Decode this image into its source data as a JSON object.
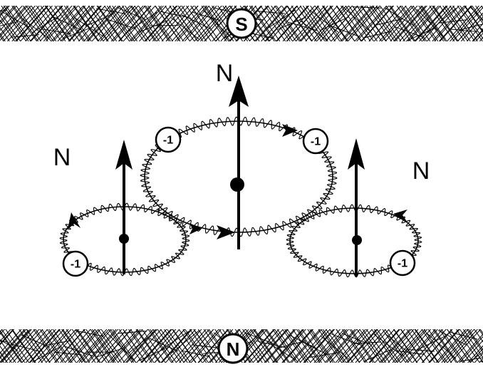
{
  "magnet": {
    "top_pole": "S",
    "bottom_pole": "N"
  },
  "field_labels": {
    "left": "N",
    "center": "N",
    "right": "N"
  },
  "electron_charge": "-1",
  "colors": {
    "ink": "#000000",
    "background": "#ffffff"
  }
}
